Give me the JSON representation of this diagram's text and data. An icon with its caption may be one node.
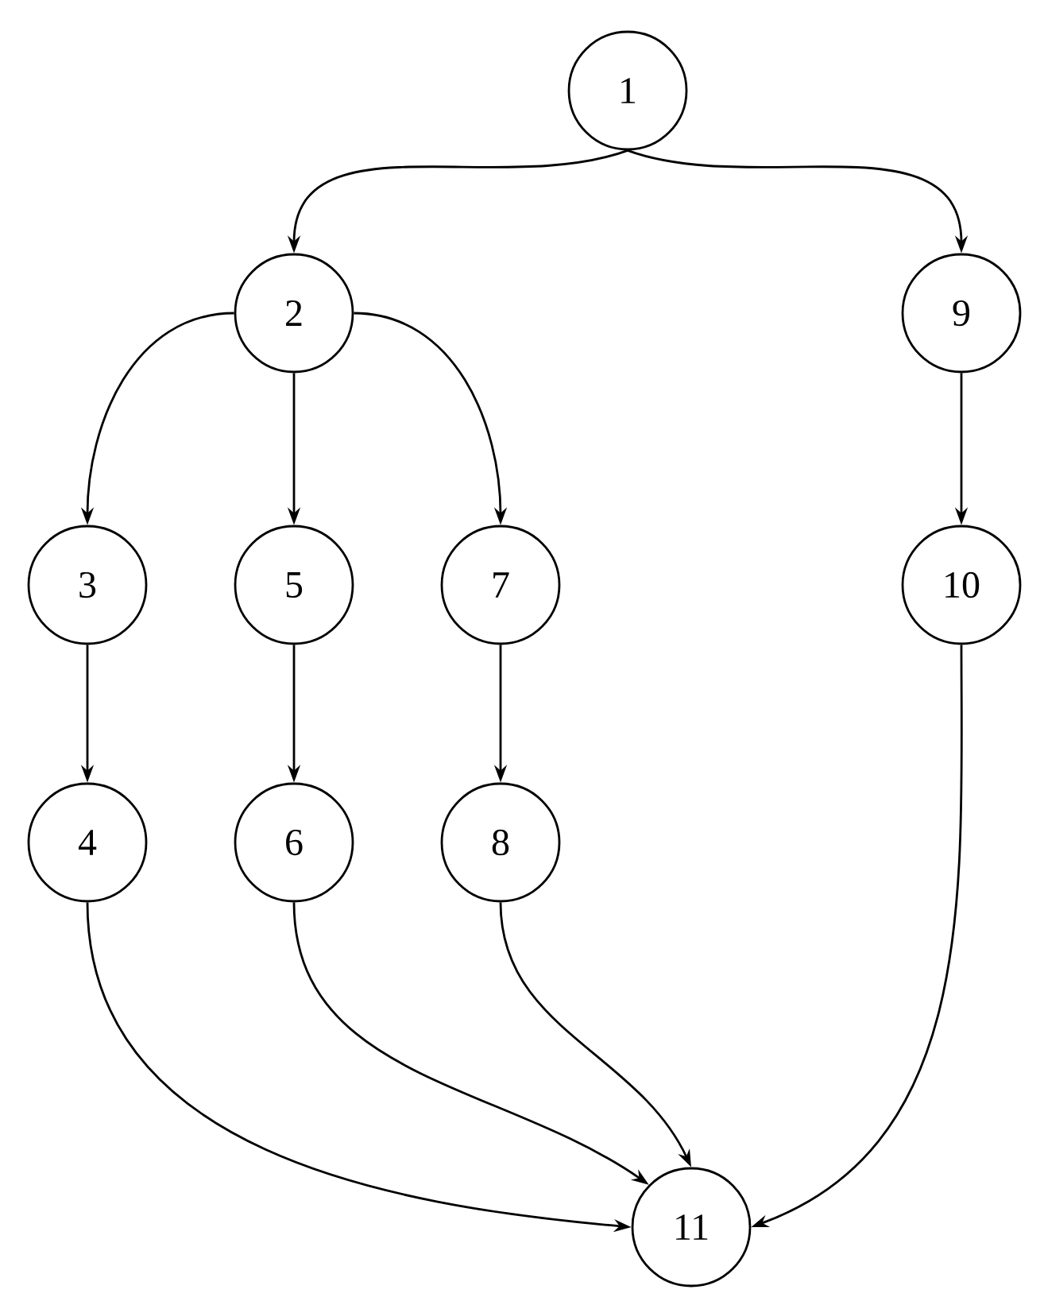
{
  "diagram": {
    "nodes": [
      {
        "text": [
          "1"
        ]
      },
      {
        "text": [
          "2"
        ]
      },
      {
        "text": [
          "9"
        ]
      },
      {
        "text": [
          "3"
        ]
      },
      {
        "text": [
          "5"
        ]
      },
      {
        "text": [
          "7"
        ]
      },
      {
        "text": [
          "10"
        ]
      },
      {
        "text": [
          "4"
        ]
      },
      {
        "text": [
          "6"
        ]
      },
      {
        "text": [
          "8"
        ]
      },
      {
        "text": [
          "11"
        ]
      }
    ],
    "edges": [
      {
        "from": 0,
        "to": 1,
        "arrow": "to"
      },
      {
        "from": 0,
        "to": 2,
        "arrow": "to"
      },
      {
        "from": 1,
        "to": 3,
        "arrow": "to"
      },
      {
        "from": 1,
        "to": 4,
        "arrow": "to"
      },
      {
        "from": 1,
        "to": 5,
        "arrow": "to"
      },
      {
        "from": 2,
        "to": 6,
        "arrow": "to"
      },
      {
        "from": 3,
        "to": 7,
        "arrow": "to"
      },
      {
        "from": 4,
        "to": 8,
        "arrow": "to"
      },
      {
        "from": 5,
        "to": 9,
        "arrow": "to"
      },
      {
        "from": 7,
        "to": 10,
        "arrow": "to"
      },
      {
        "from": 8,
        "to": 10,
        "arrow": "to"
      },
      {
        "from": 9,
        "to": 10,
        "arrow": "to"
      },
      {
        "from": 6,
        "to": 10,
        "arrow": "to"
      }
    ]
  }
}
